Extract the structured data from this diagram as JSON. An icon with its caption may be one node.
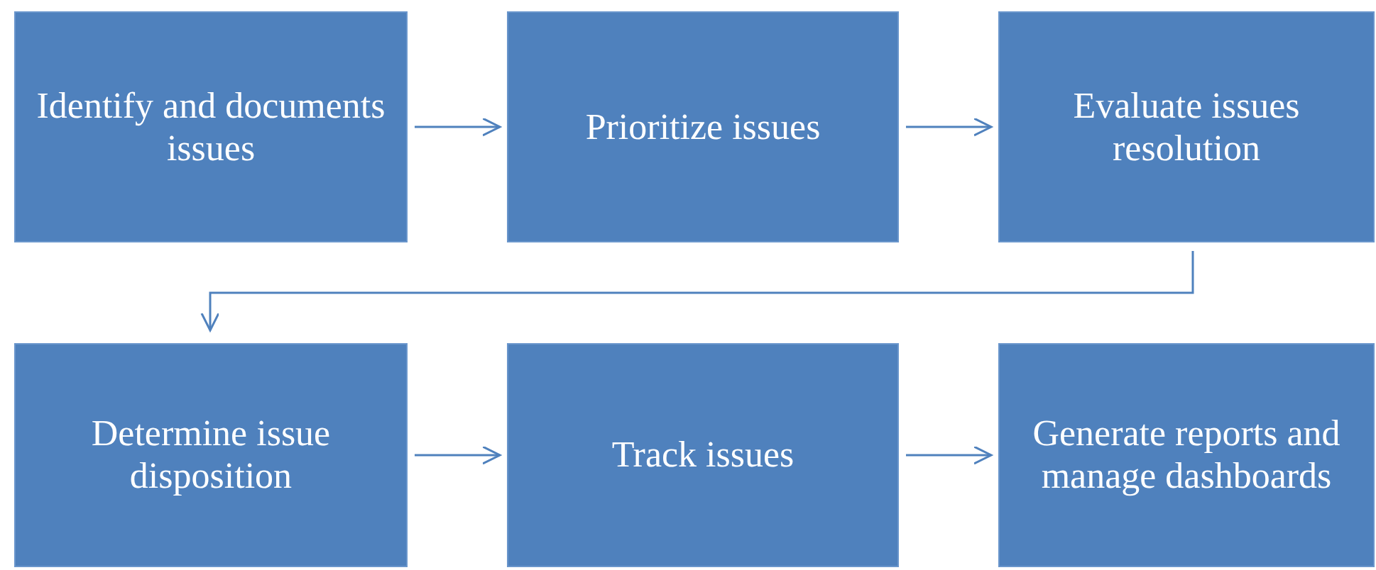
{
  "diagram": {
    "nodes": [
      {
        "text": [
          "Identify and documents issues"
        ]
      },
      {
        "text": [
          "Prioritize issues"
        ]
      },
      {
        "text": [
          "Evaluate issues resolution"
        ]
      },
      {
        "text": [
          "Determine issue disposition"
        ]
      },
      {
        "text": [
          "Track issues"
        ]
      },
      {
        "text": [
          "Generate reports and manage dashboards"
        ]
      }
    ],
    "edges": [
      {
        "from": 0,
        "to": 1,
        "arrow": "to"
      },
      {
        "from": 1,
        "to": 2,
        "arrow": "to"
      },
      {
        "from": 2,
        "to": 3,
        "arrow": "to"
      },
      {
        "from": 3,
        "to": 4,
        "arrow": "to"
      },
      {
        "from": 4,
        "to": 5,
        "arrow": "to"
      }
    ]
  }
}
